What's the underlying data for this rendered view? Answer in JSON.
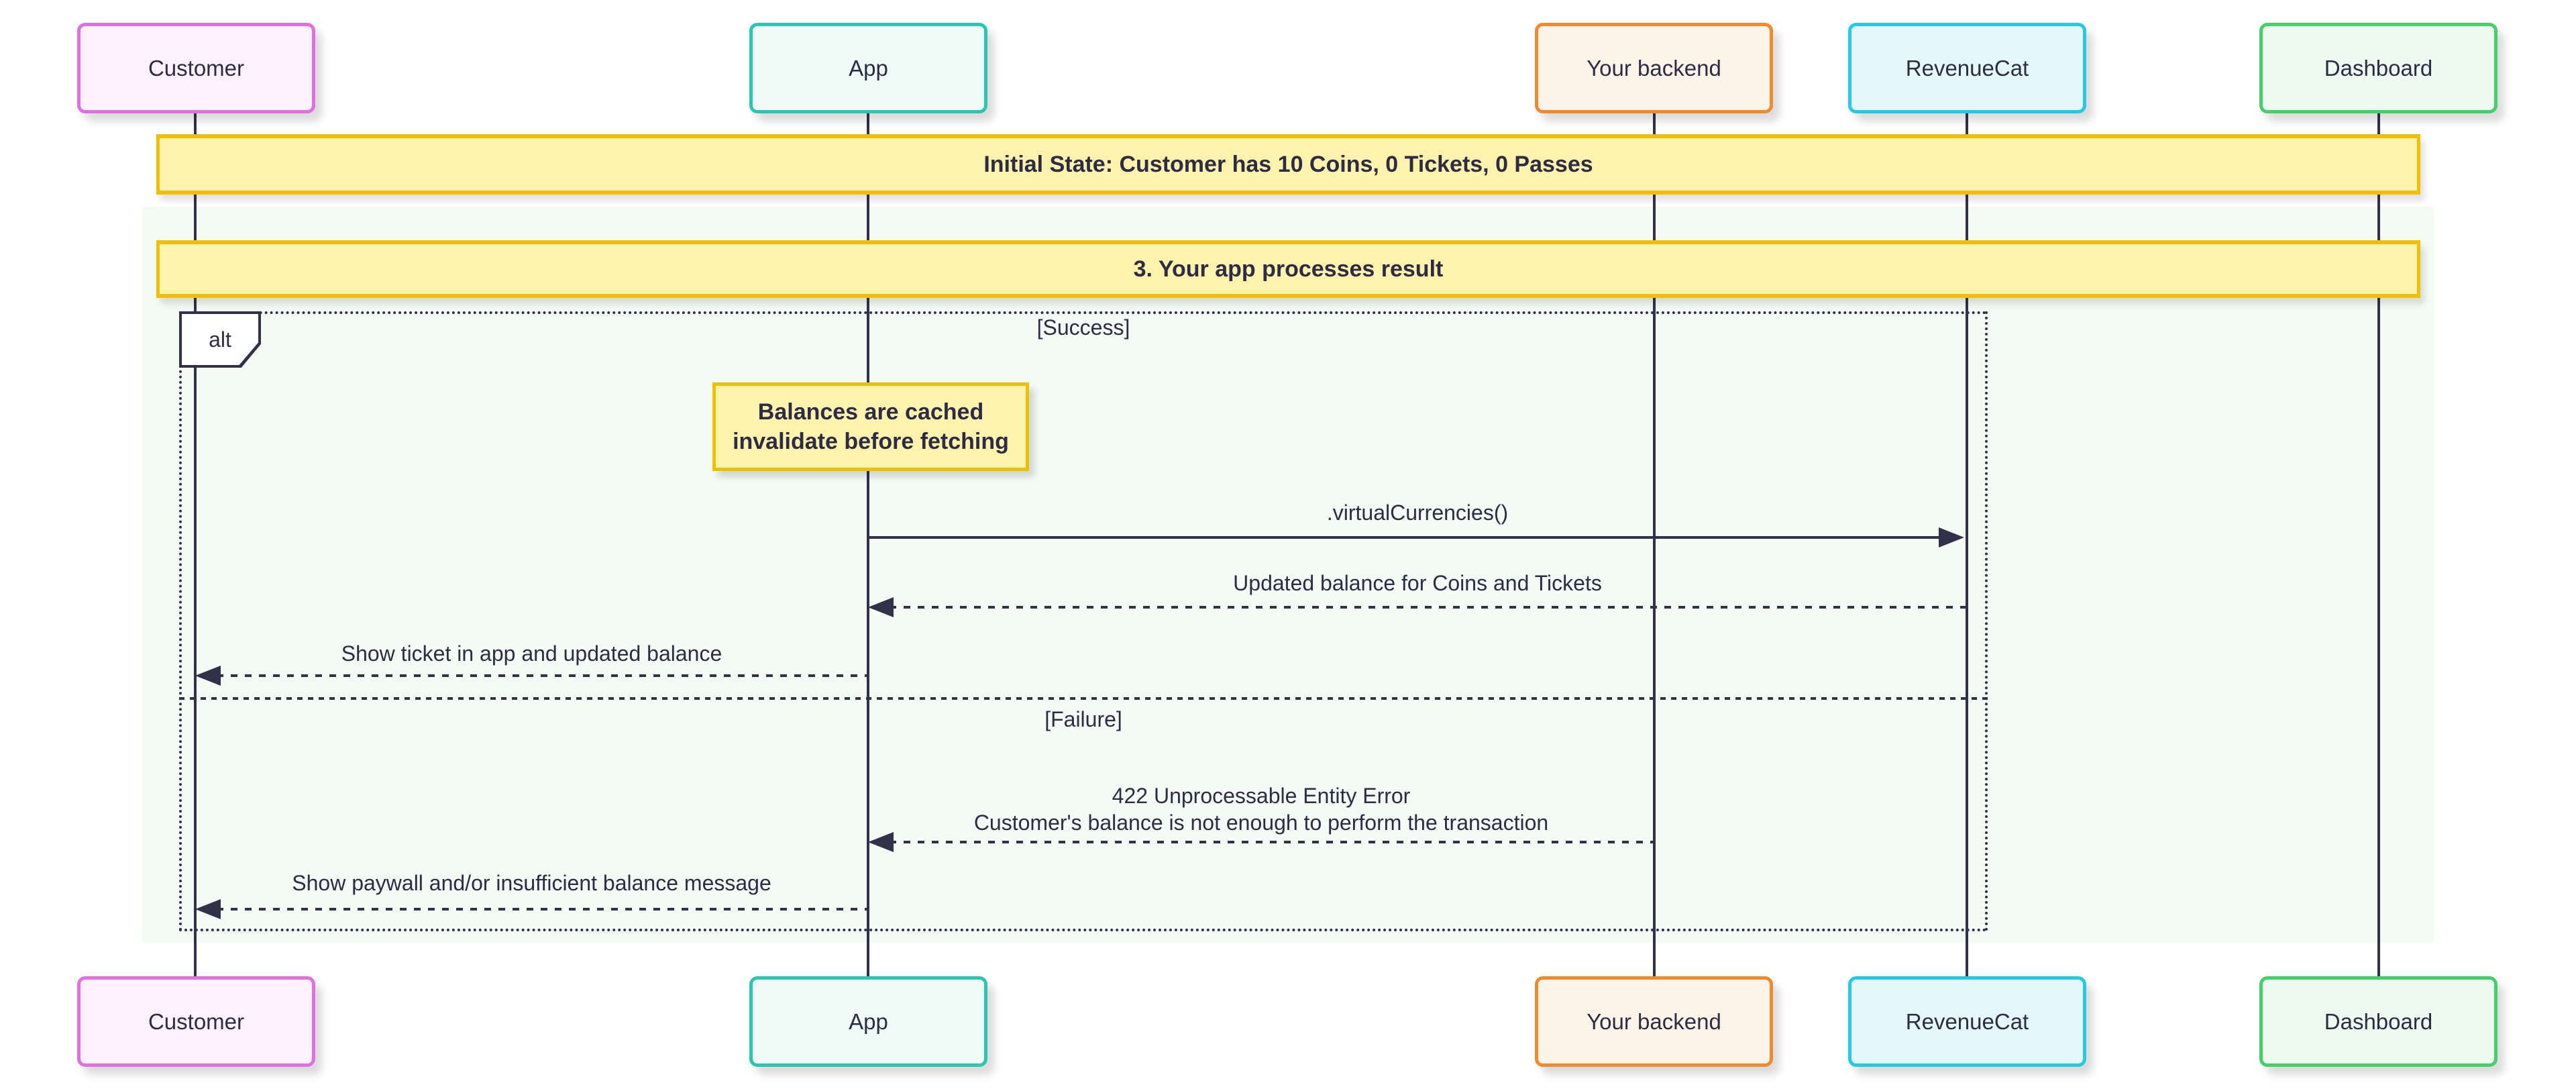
{
  "diagram": {
    "kind": "sequence-diagram",
    "actors": [
      {
        "label": "Customer",
        "border_color": "#df70df",
        "fill_color": "#fcf1fc"
      },
      {
        "label": "App",
        "border_color": "#2cc5b2",
        "fill_color": "#edfaf6"
      },
      {
        "label": "Your backend",
        "border_color": "#f18a2c",
        "fill_color": "#fdf4e9"
      },
      {
        "label": "RevenueCat",
        "border_color": "#25c9e3",
        "fill_color": "#e4f8fb"
      },
      {
        "label": "Dashboard",
        "border_color": "#46ce68",
        "fill_color": "#ecfaef"
      }
    ],
    "banners": [
      {
        "text": "Initial State: Customer has 10 Coins, 0 Tickets, 0 Passes"
      },
      {
        "text": "3. Your app processes result"
      }
    ],
    "alt_block": {
      "label": "alt",
      "success_label": "[Success]",
      "failure_label": "[Failure]"
    },
    "note": {
      "line1": "Balances are cached",
      "line2": "invalidate before fetching"
    },
    "messages": [
      {
        "from": "App",
        "to": "RevenueCat",
        "line": "solid",
        "text": ".virtualCurrencies()"
      },
      {
        "from": "RevenueCat",
        "to": "App",
        "line": "dashed",
        "text": "Updated balance for Coins and Tickets"
      },
      {
        "from": "App",
        "to": "Customer",
        "line": "dashed",
        "text": "Show ticket in app and updated balance"
      },
      {
        "from": "Your backend",
        "to": "App",
        "line": "dashed",
        "text": "422 Unprocessable Entity Error",
        "text2": "Customer's balance is not enough to perform the transaction"
      },
      {
        "from": "App",
        "to": "Customer",
        "line": "dashed",
        "text": "Show paywall and/or insufficient balance message"
      }
    ],
    "colors": {
      "background": "#ffffff",
      "highlight_rect": "#f3fbf4",
      "note_fill": "#fdf3ad",
      "note_border": "#f0c000",
      "line": "#33304a",
      "text": "#2e2b44"
    }
  }
}
